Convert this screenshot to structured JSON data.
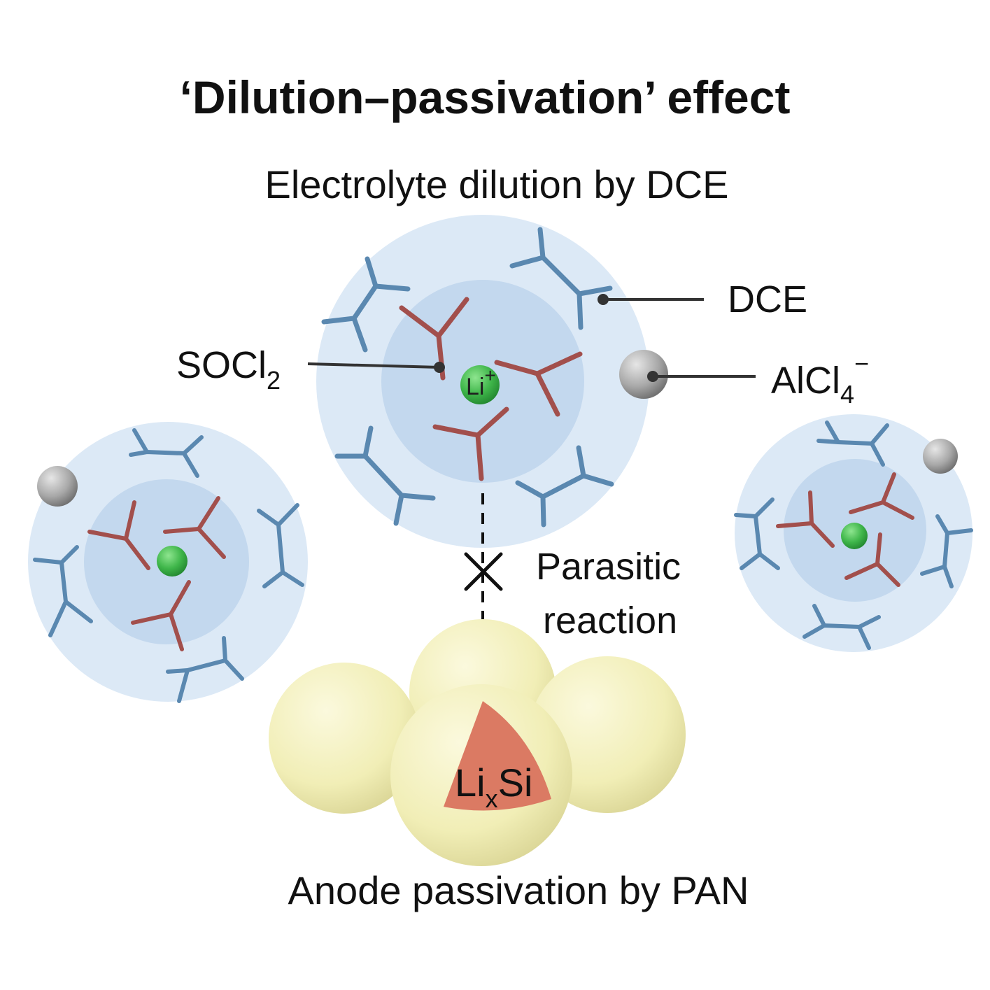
{
  "title": "‘Dilution–passivation’ effect",
  "subtitle": "Electrolyte dilution by DCE",
  "footer": "Anode passivation by PAN",
  "labels": {
    "dce": "DCE",
    "socl2_main": "SOCl",
    "socl2_sub": "2",
    "alcl4_main": "AlCl",
    "alcl4_sub": "4",
    "alcl4_sup": "−",
    "li_main": "Li",
    "li_sup": "+",
    "parasitic_line1": "Parasitic",
    "parasitic_line2": "reaction",
    "lixsi_main": "Li",
    "lixsi_sub": "x",
    "lixsi_end": "Si"
  },
  "colors": {
    "dce_molecule": "#5a88b0",
    "socl2_molecule": "#a24f4c",
    "li_ion": "#3fb64a",
    "anion": "#9a9a9a",
    "outer_shell": "#dce9f6",
    "inner_shell": "#c3d8ee",
    "anode_sphere": "#f1eeb6",
    "lixsi_core": "#db7a63"
  }
}
